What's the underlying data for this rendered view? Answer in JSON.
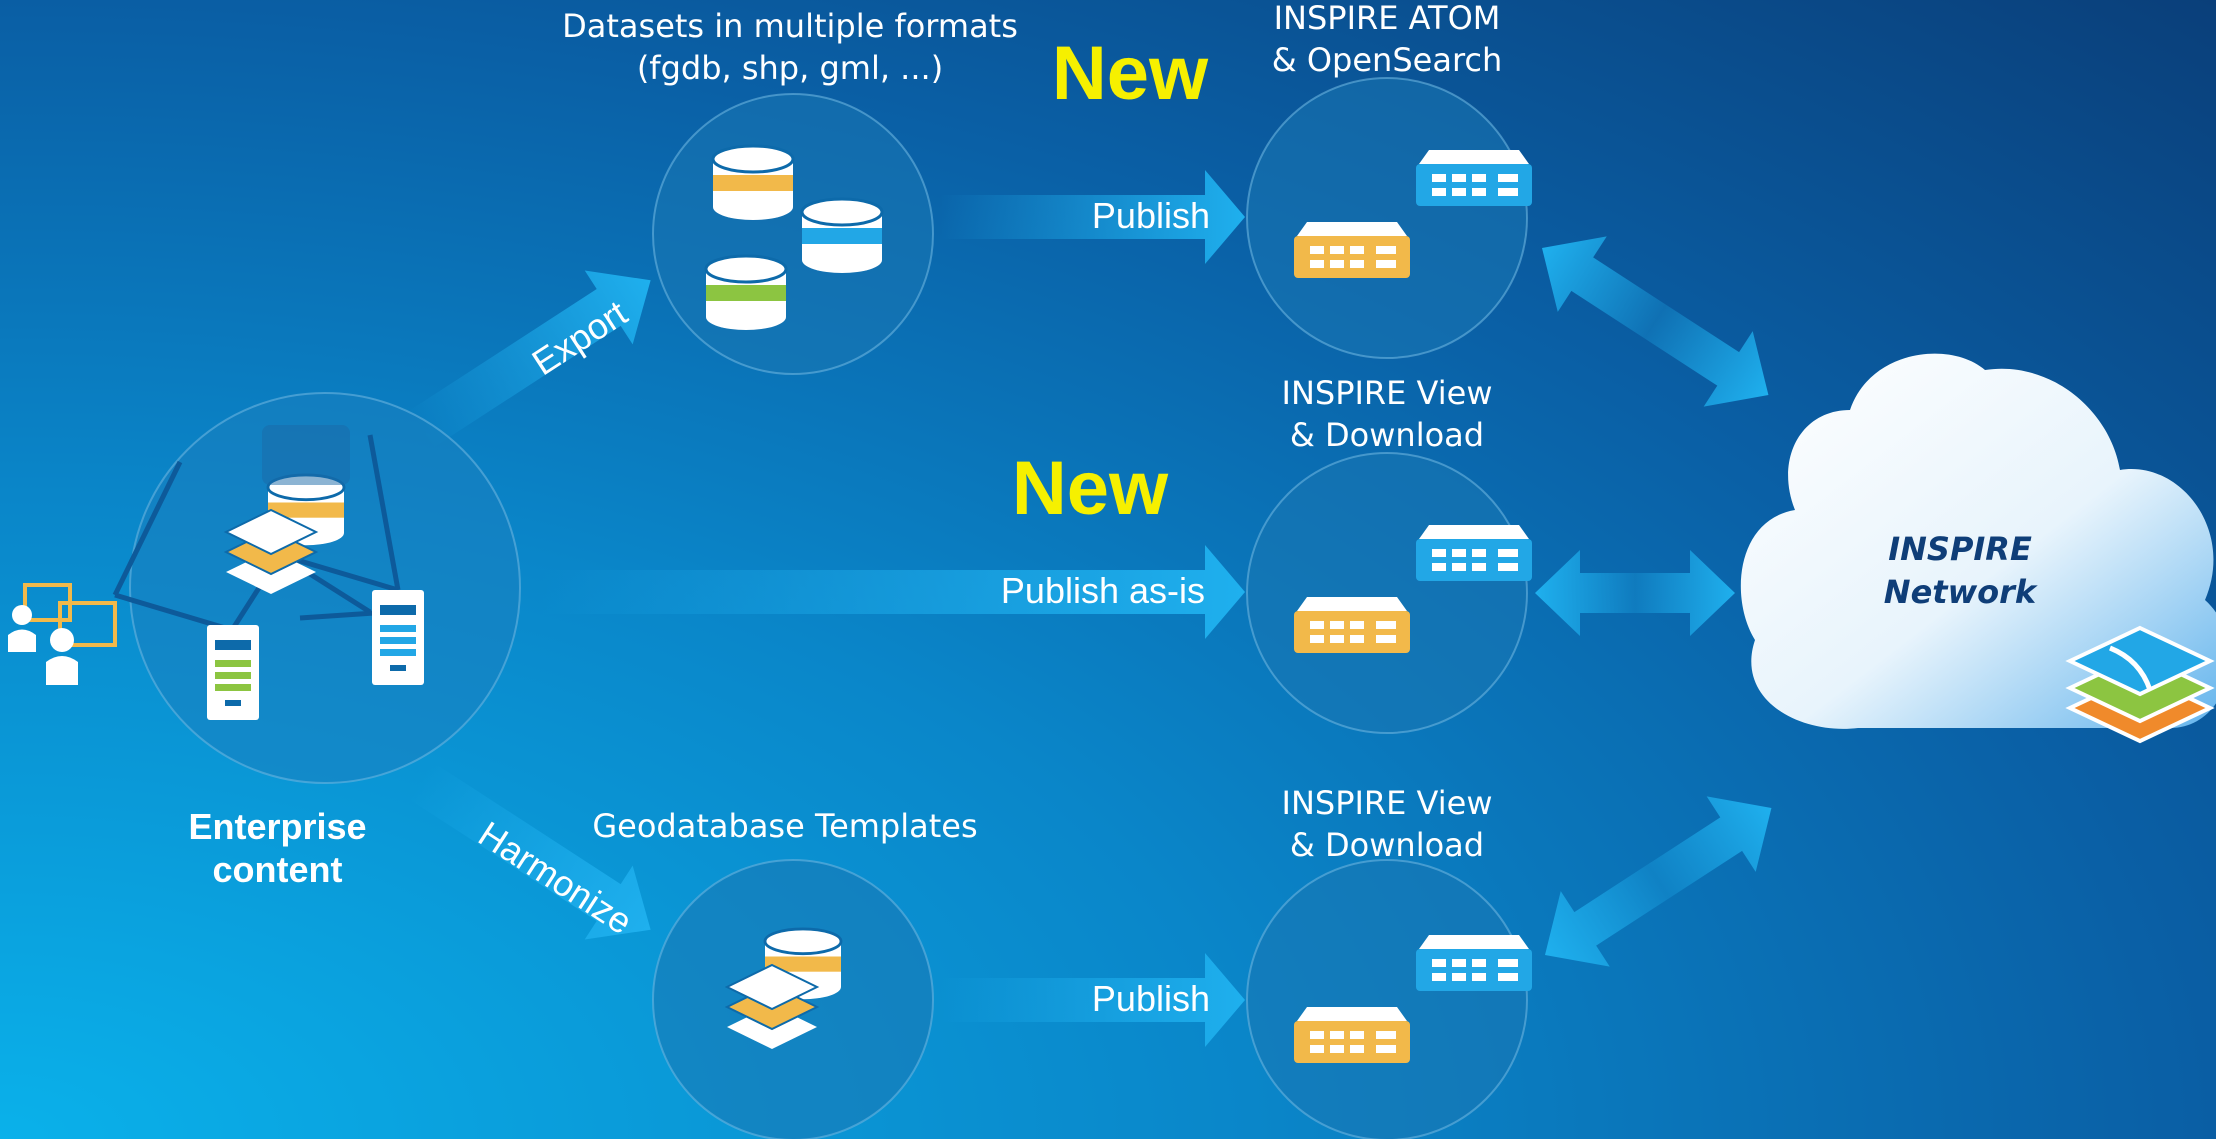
{
  "labels": {
    "datasets_line1": "Datasets in multiple formats",
    "datasets_line2": "(fgdb, shp, gml, ...)",
    "atom_line1": "INSPIRE ATOM",
    "atom_line2": "& OpenSearch",
    "view1_line1": "INSPIRE View",
    "view1_line2": "& Download",
    "view2_line1": "INSPIRE View",
    "view2_line2": "& Download",
    "new1": "New",
    "new2": "New",
    "templates": "Geodatabase Templates",
    "enterprise_line1": "Enterprise",
    "enterprise_line2": "content",
    "cloud_line1": "INSPIRE",
    "cloud_line2": "Network"
  },
  "arrows": {
    "export": "Export",
    "harmonize": "Harmonize",
    "publish_top": "Publish",
    "publish_asis": "Publish as-is",
    "publish_bottom": "Publish"
  },
  "colors": {
    "new_text": "#f6f000",
    "cloud_text": "#0f3e78",
    "server_yellow": "#f2b94a",
    "server_blue": "#22a7e6",
    "db_green": "#8cc541",
    "map_orange": "#f08a2b"
  }
}
